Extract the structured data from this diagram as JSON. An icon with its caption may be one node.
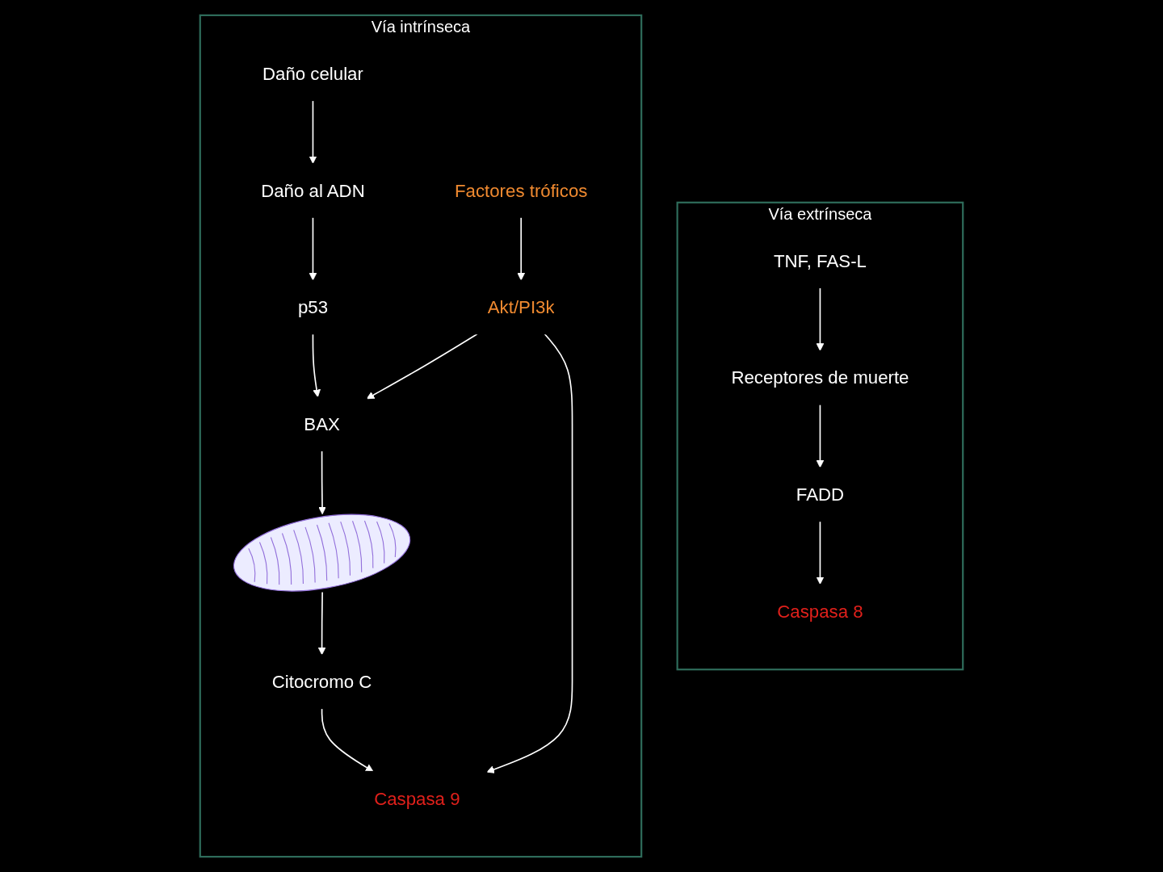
{
  "diagram": {
    "nodes": [
      {
        "text": [
          "Vía extrínseca"
        ]
      },
      {
        "text": [
          "TNF, FAS-L"
        ],
        "in": 0
      },
      {
        "text": [
          "Receptores de muerte"
        ],
        "in": 0
      },
      {
        "text": [
          "FADD"
        ],
        "in": 0
      },
      {
        "text": [
          "Caspasa 8"
        ],
        "in": 0
      },
      {
        "text": [
          "Vía intrínseca"
        ]
      },
      {
        "text": [
          "Daño celular"
        ],
        "in": 5
      },
      {
        "text": [
          "Daño al ADN"
        ],
        "in": 5
      },
      {
        "text": [
          "p53"
        ],
        "in": 5
      },
      {
        "text": [
          "BAX"
        ],
        "in": 5
      },
      {
        "text": [
          "Factores tróficos"
        ],
        "in": 5
      },
      {
        "text": [
          "Akt/PI3k"
        ],
        "in": 5
      },
      {
        "text": [],
        "shape": "picture",
        "in": 5
      },
      {
        "text": [
          "Citocromo C"
        ],
        "in": 5
      },
      {
        "text": [
          "Caspasa 9"
        ],
        "in": 5
      }
    ],
    "edges": [
      {
        "from": 1,
        "to": 2,
        "arrow": "to"
      },
      {
        "from": 2,
        "to": 3,
        "arrow": "to"
      },
      {
        "from": 3,
        "to": 4,
        "arrow": "to"
      },
      {
        "from": 6,
        "to": 7,
        "arrow": "to"
      },
      {
        "from": 7,
        "to": 8,
        "arrow": "to"
      },
      {
        "from": 8,
        "to": 9,
        "arrow": "to"
      },
      {
        "from": 10,
        "to": 11,
        "arrow": "to"
      },
      {
        "from": 11,
        "to": 9,
        "arrow": "to"
      },
      {
        "from": 11,
        "to": 14,
        "arrow": "to"
      },
      {
        "from": 9,
        "to": 12,
        "arrow": "to"
      },
      {
        "from": 12,
        "to": 13,
        "arrow": "to"
      },
      {
        "from": 13,
        "to": 14,
        "arrow": "to"
      }
    ]
  }
}
